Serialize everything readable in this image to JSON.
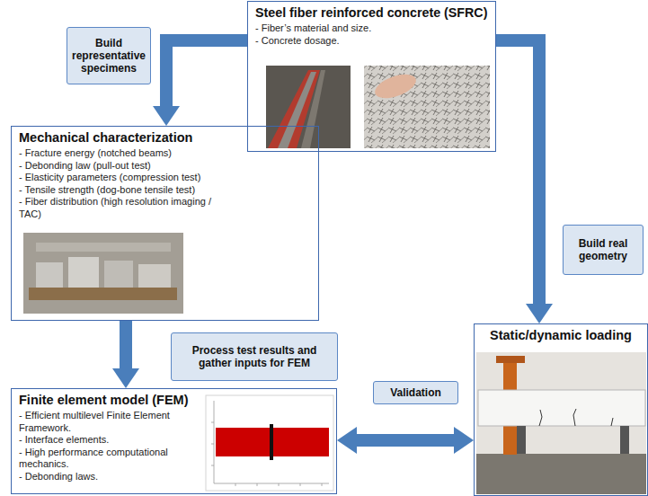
{
  "diagram": {
    "nodes": [
      {
        "text": [
          "Steel fiber reinforced concrete (SFRC)",
          "- Fiber’s material and size.",
          "- Concrete dosage."
        ]
      },
      {
        "text": [
          "Build representative specimens"
        ]
      },
      {
        "text": [
          "Mechanical characterization",
          "- Fracture energy (notched beams)",
          "- Debonding law (pull-out test)",
          "- Elasticity parameters (compression test)",
          "- Tensile strength (dog-bone tensile test)",
          "- Fiber distribution (high resolution imaging / TAC)"
        ]
      },
      {
        "text": [
          "Build real geometry"
        ]
      },
      {
        "text": [
          "Static/dynamic loading"
        ]
      },
      {
        "text": [
          "Process test results and gather inputs for FEM"
        ]
      },
      {
        "text": [
          "Validation"
        ]
      },
      {
        "text": [
          "Finite element model (FEM)",
          "- Efficient multilevel Finite Element Framework.",
          "- Interface elements.",
          "- High performance computational mechanics.",
          "- Debonding laws."
        ]
      }
    ],
    "edges": [
      {
        "from": 0,
        "to": 2,
        "arrow": "to"
      },
      {
        "from": 0,
        "to": 4,
        "arrow": "to"
      },
      {
        "from": 2,
        "to": 7,
        "arrow": "to"
      },
      {
        "from": 7,
        "to": 4,
        "arrow": "both"
      }
    ]
  }
}
